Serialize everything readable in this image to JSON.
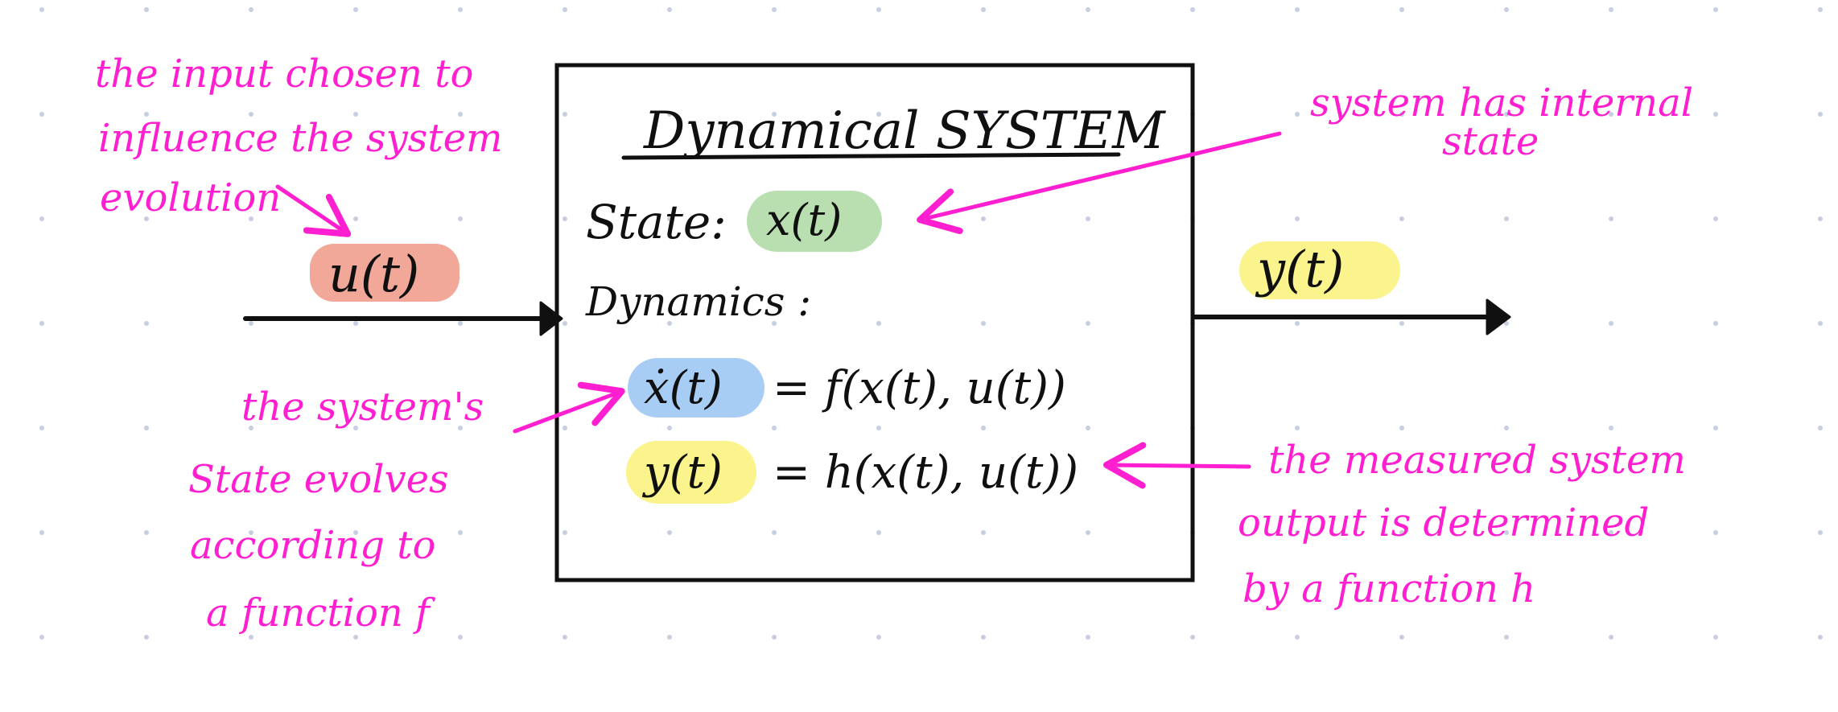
{
  "colors": {
    "ink": "#101010",
    "annotation": "#ff1fd0",
    "dot_grid": "#c6cee0",
    "input_highlight": "#f2a898",
    "state_highlight": "#b9dfb0",
    "xdot_highlight": "#a8cdf4",
    "output_highlight": "#fbf38c"
  },
  "box": {
    "title": "Dynamical SYSTEM",
    "state_label": "State:",
    "state_symbol": "x(t)",
    "dynamics_label": "Dynamics :",
    "eq1_lhs": "ẋ(t)",
    "eq1_rhs": "= f(x(t), u(t))",
    "eq2_lhs": "y(t)",
    "eq2_rhs": "= h(x(t), u(t))"
  },
  "input": {
    "symbol": "u(t)"
  },
  "output": {
    "symbol": "y(t)"
  },
  "annotations": {
    "input_note": [
      "the input chosen to",
      "influence the system",
      "evolution"
    ],
    "state_note": [
      "system has internal",
      "state"
    ],
    "dynamics_note": [
      "the system's",
      "State evolves",
      "according to",
      "a function f"
    ],
    "output_note": [
      "the measured system",
      "output is determined",
      "by a function h"
    ]
  }
}
